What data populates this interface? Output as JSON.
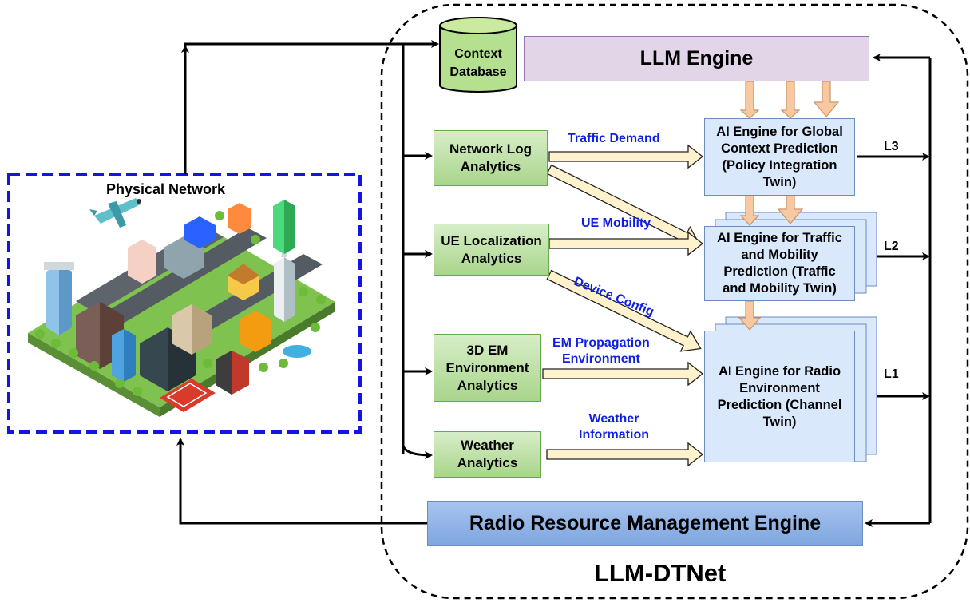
{
  "system": {
    "name": "LLM-DTNet"
  },
  "physical_network": {
    "title": "Physical Network"
  },
  "context_db": {
    "label": "Context\nDatabase"
  },
  "llm_engine": {
    "label": "LLM Engine"
  },
  "rrm_engine": {
    "label": "Radio Resource Management Engine"
  },
  "analytics": [
    {
      "label": "Network Log\nAnalytics"
    },
    {
      "label": "UE Localization\nAnalytics"
    },
    {
      "label": "3D EM\nEnvironment\nAnalytics"
    },
    {
      "label": "Weather\nAnalytics"
    }
  ],
  "ai_engines": [
    {
      "label": "AI Engine for Global\nContext Prediction\n(Policy Integration\nTwin)",
      "level": "L3"
    },
    {
      "label": "AI Engine for Traffic\nand Mobility\nPrediction (Traffic\nand Mobility Twin)",
      "level": "L2"
    },
    {
      "label": "AI Engine for Radio\nEnvironment\nPrediction (Channel\nTwin)",
      "level": "L1"
    }
  ],
  "flows": {
    "traffic_demand": "Traffic Demand",
    "ue_mobility": "UE Mobility",
    "device_config": "Device Config",
    "em_propagation": "EM Propagation\nEnvironment",
    "weather_info": "Weather\nInformation"
  },
  "colors": {
    "analytics_fill": "#a9d58b",
    "ai_engine_fill": "#d9e8fb",
    "llm_fill": "#e1d5e7",
    "rrm_fill": "#7ea6e0",
    "db_fill": "#b5e08f",
    "flow_label": "#0f1fe0",
    "physical_border": "#1414e6",
    "arrow_fill": "#fff2cc",
    "arrow_stroke": "#222222",
    "vertical_arrow_fill": "#f8c8a0"
  }
}
